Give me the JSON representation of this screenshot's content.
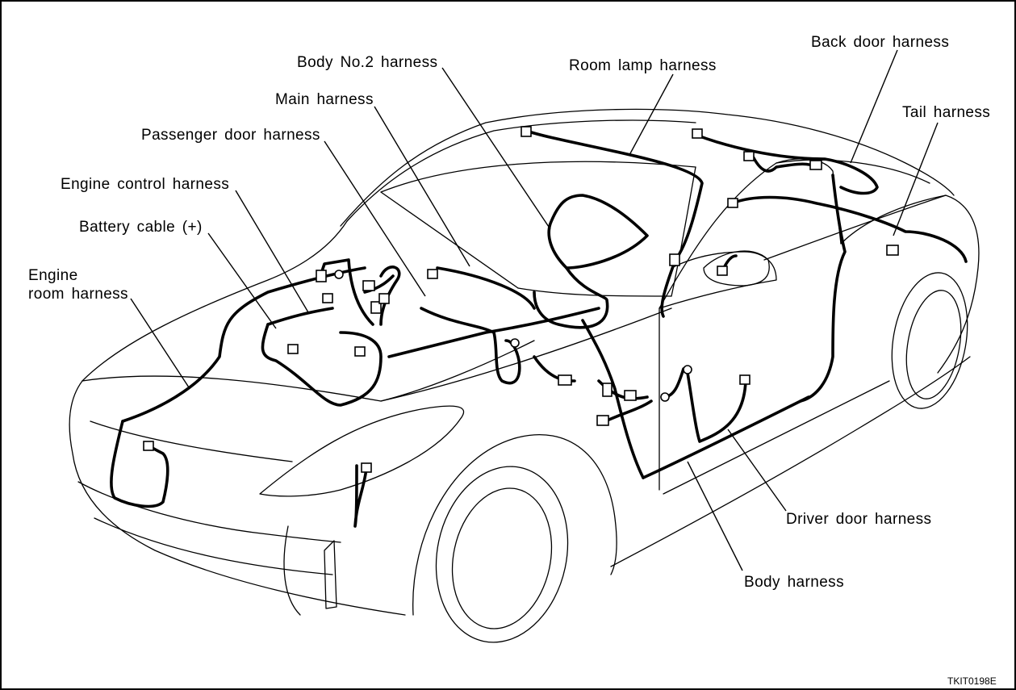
{
  "labels": {
    "body_no2_harness": "Body No.2 harness",
    "room_lamp_harness": "Room lamp harness",
    "back_door_harness": "Back door harness",
    "tail_harness": "Tail harness",
    "main_harness": "Main harness",
    "passenger_door_harness": "Passenger door harness",
    "engine_control_harness": "Engine control harness",
    "battery_cable": "Battery cable (+)",
    "engine_room_harness_line1": "Engine",
    "engine_room_harness_line2": "room harness",
    "driver_door_harness": "Driver door harness",
    "body_harness": "Body harness"
  },
  "figure_code": "TKIT0198E"
}
